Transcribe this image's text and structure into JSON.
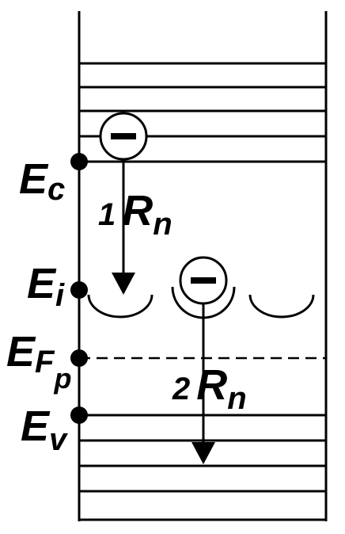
{
  "diagram": {
    "levels": {
      "ec": {
        "main": "E",
        "sub": "c"
      },
      "ei": {
        "main": "E",
        "sub": "i"
      },
      "efp": {
        "main": "E",
        "sub": "F",
        "subsub": "p"
      },
      "ev": {
        "main": "E",
        "sub": "v"
      }
    },
    "transitions": [
      {
        "number": "1",
        "symbol": "R",
        "sub": "n"
      },
      {
        "number": "2",
        "symbol": "R",
        "sub": "n"
      }
    ],
    "electron_symbol": "−",
    "colors": {
      "ink": "#000000",
      "background": "#ffffff"
    }
  }
}
